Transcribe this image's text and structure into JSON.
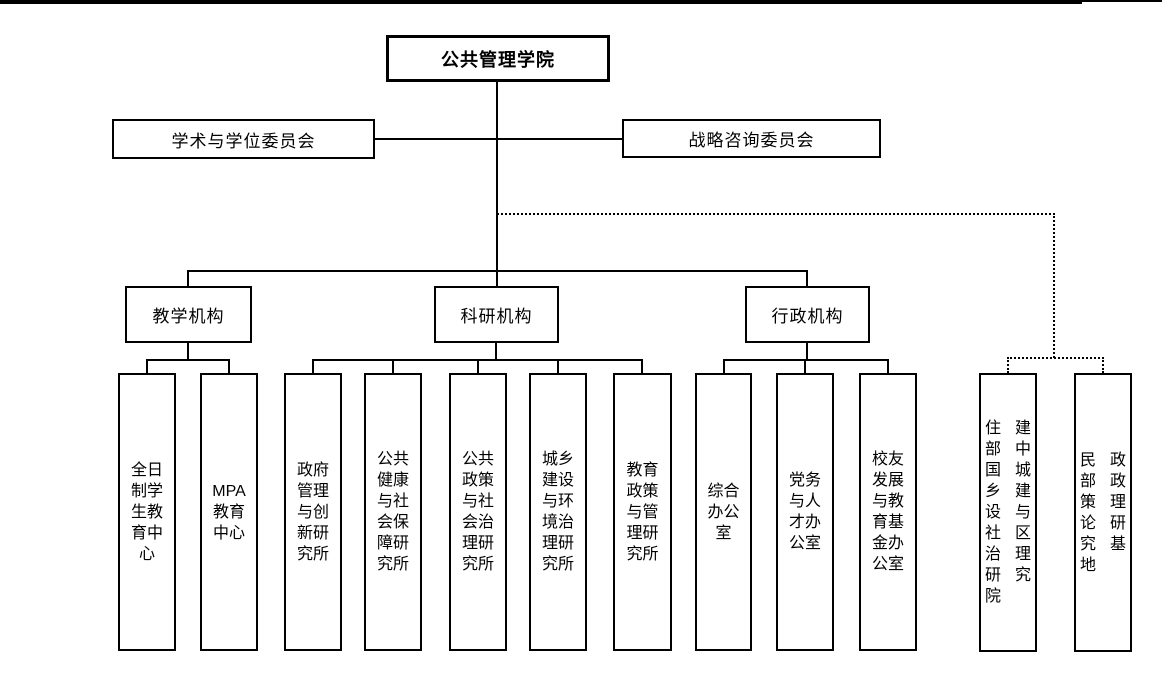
{
  "page": {
    "background": "#ffffff",
    "line_color": "#000000",
    "box_fill": "#ffffff",
    "text_color": "#000000"
  },
  "org": {
    "root": {
      "label": "公共管理学院"
    },
    "committees": [
      {
        "label": "学术与学位委员会"
      },
      {
        "label": "战略咨询委员会"
      }
    ],
    "branches": [
      {
        "label": "教学机构"
      },
      {
        "label": "科研机构"
      },
      {
        "label": "行政机构"
      }
    ],
    "leaves": [
      {
        "label": "全日制学生教育中心",
        "parent": "教学机构",
        "lines": [
          "全日",
          "制学",
          "生教",
          "育中",
          "心"
        ]
      },
      {
        "label": "MPA教育中心",
        "parent": "教学机构",
        "lines": [
          "MPA",
          "教育",
          "中心"
        ]
      },
      {
        "label": "政府管理与创新研究所",
        "parent": "科研机构",
        "lines": [
          "政府",
          "管理",
          "与创",
          "新研",
          "究所"
        ]
      },
      {
        "label": "公共健康与社会保障研究所",
        "parent": "科研机构",
        "lines": [
          "公共",
          "健康",
          "与社",
          "会保",
          "障研",
          "究所"
        ]
      },
      {
        "label": "公共政策与社会治理研究所",
        "parent": "科研机构",
        "lines": [
          "公共",
          "政策",
          "与社",
          "会治",
          "理研",
          "究所"
        ]
      },
      {
        "label": "城乡建设与环境治理研究所",
        "parent": "科研机构",
        "lines": [
          "城乡",
          "建设",
          "与环",
          "境治",
          "理研",
          "究所"
        ]
      },
      {
        "label": "教育政策与管理研究所",
        "parent": "科研机构",
        "lines": [
          "教育",
          "政策",
          "与管",
          "理研",
          "究所"
        ]
      },
      {
        "label": "综合办公室",
        "parent": "行政机构",
        "lines": [
          "综合",
          "办公",
          "室"
        ]
      },
      {
        "label": "党务与人才办公室",
        "parent": "行政机构",
        "lines": [
          "党务",
          "与人",
          "才办",
          "公室"
        ]
      },
      {
        "label": "校友发展与教育基金办公室",
        "parent": "行政机构",
        "lines": [
          "校友",
          "发展",
          "与教",
          "育基",
          "金办",
          "公室"
        ]
      },
      {
        "label": "住建部中国城乡建设与社区治理研究院",
        "parent": "公共管理学院",
        "dotted": true,
        "lines": [
          "住建",
          "部中",
          "国城",
          "乡建",
          "设与",
          "社区",
          "治理",
          "研究",
          "院"
        ]
      },
      {
        "label": "民政部政策理论研究基地",
        "parent": "公共管理学院",
        "dotted": true,
        "lines": [
          "民政",
          "部政",
          "策理",
          "论研",
          "究基",
          "地"
        ]
      }
    ]
  }
}
